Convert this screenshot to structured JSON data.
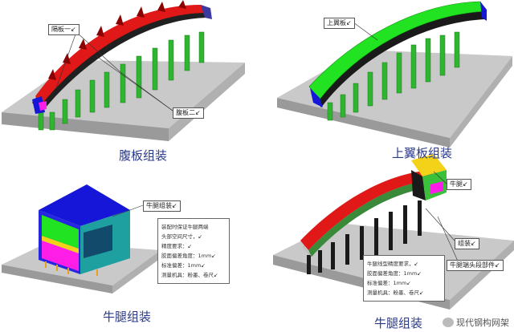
{
  "panels": [
    {
      "caption": "腹板组装",
      "callouts": [
        "隔板一↙",
        "腹板二↙"
      ]
    },
    {
      "caption": "上翼板组装",
      "callouts": [
        "上翼板↙"
      ]
    },
    {
      "caption": "牛腿组装",
      "callouts": [
        "牛腿组装↙"
      ],
      "notes": [
        "装配时保证牛腿两端",
        "头部空间尺寸，↙",
        "精度要求：↙",
        "胶面偏差角度：1mm↙",
        "标准偏差：1mm↙",
        "测量机具：粉墨、卷尺↙"
      ]
    },
    {
      "caption": "牛腿组装",
      "callouts": [
        "牛腿↙",
        "组装↙",
        "牛腿端头段部件↙"
      ],
      "notes": [
        "牛腿线型精度要求，↙",
        "胶面偏差角度：1mm↙",
        "标准偏差：1mm↙",
        "测量机具：粉墨、卷尺↙"
      ]
    }
  ],
  "watermark": "现代钢构网架",
  "colors": {
    "platform": "#c8c8c8",
    "red": "#e01818",
    "green": "#22e322",
    "column": "#2fb52f",
    "blue": "#1616d8",
    "magenta": "#ff1ee8",
    "caption": "#2a3a8a"
  }
}
